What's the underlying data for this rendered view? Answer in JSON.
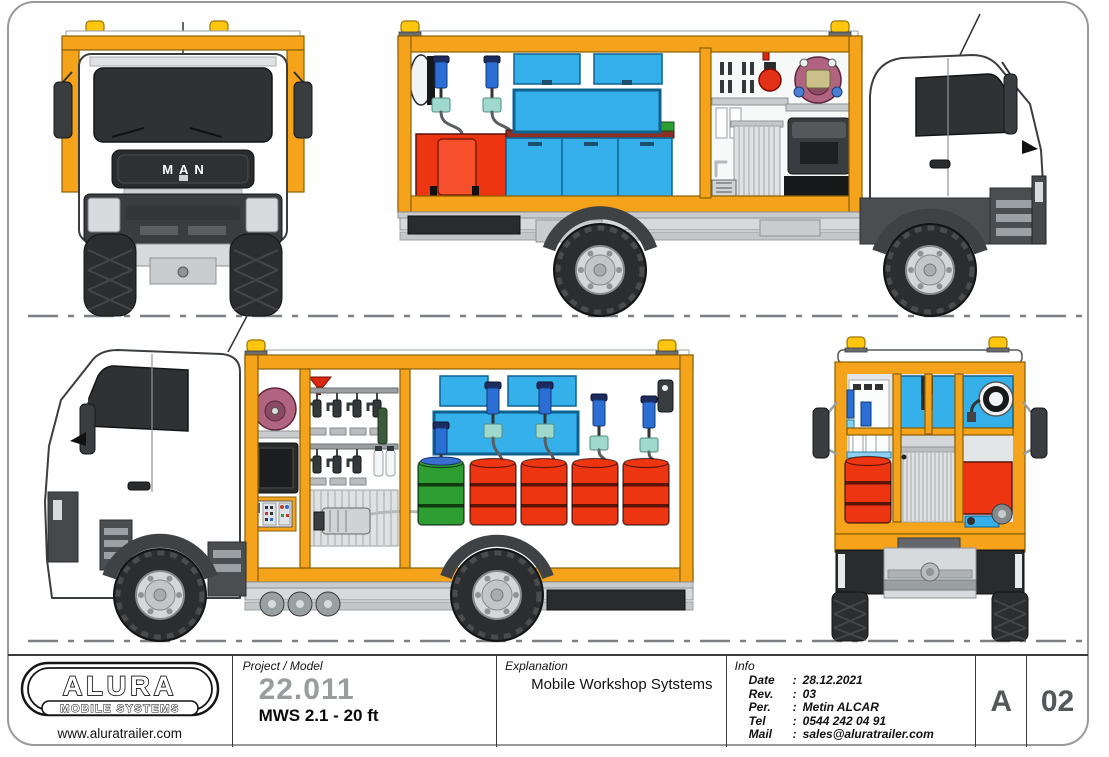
{
  "drawing": {
    "cab_brand": "MAN"
  },
  "logo": {
    "brand": "ALURA",
    "tagline": "MOBILE SYSTEMS",
    "website": "www.aluratrailer.com"
  },
  "title_block": {
    "project_label": "Project / Model",
    "project_code": "22.011",
    "project_name": "MWS 2.1 - 20 ft",
    "explanation_label": "Explanation",
    "explanation_text": "Mobile Workshop Sytstems",
    "info_label": "Info",
    "separator": ":",
    "info_rows": [
      {
        "key": "Date",
        "value": "28.12.2021"
      },
      {
        "key": "Rev.",
        "value": "03"
      },
      {
        "key": "Per.",
        "value": "Metin ALCAR"
      },
      {
        "key": "Tel",
        "value": "0544 242 04 91"
      },
      {
        "key": "Mail",
        "value": "sales@aluratrailer.com"
      }
    ],
    "revision_letter": "A",
    "sheet_number": "02"
  },
  "colors": {
    "orange": "#F5A31B",
    "amber": "#FFC610",
    "cyan": "#35B0EA",
    "cyan_dark": "#0E628F",
    "red": "#EE3512",
    "red_dark": "#58140A",
    "green": "#2F9E32",
    "pink": "#B0647F",
    "pump_blue": "#2B6FD4",
    "teal": "#9FD8CC",
    "dark": "#3A3D40",
    "darker": "#2A2B2D",
    "window": "#2F3133",
    "chassis": "#D7DADC",
    "corrugated": "#DFE1E3",
    "tire": "#2C2D2F",
    "rim": "#D4D7D9",
    "worktop": "#8C2F24",
    "ground": "#7D8082",
    "sheet_border": "#97999C",
    "title_gray": "#9A9DA0"
  }
}
